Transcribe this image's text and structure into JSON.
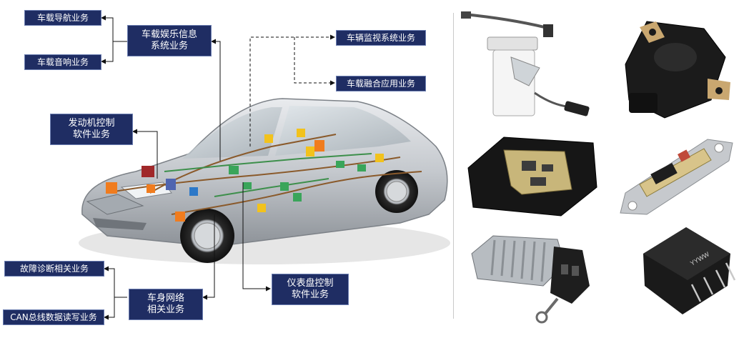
{
  "labels": {
    "nav": "车载导航业务",
    "audio": "车载音响业务",
    "infotainment": [
      "车载娱乐信息",
      "系统业务"
    ],
    "monitor": "车辆监视系统业务",
    "fusion": "车载融合应用业务",
    "engine": [
      "发动机控制",
      "软件业务"
    ],
    "diagnostics": "故障诊断相关业务",
    "can": "CAN总线数据读写业务",
    "body_network": [
      "车身网络",
      "相关业务"
    ],
    "dashboard": [
      "仪表盘控制",
      "软件业务"
    ]
  },
  "products": [
    {
      "name": "fuel-pump-module"
    },
    {
      "name": "throttle-position-sensor"
    },
    {
      "name": "ecu-control-box"
    },
    {
      "name": "sensor-circuit-board"
    },
    {
      "name": "voltage-regulator"
    },
    {
      "name": "dc-dc-module",
      "marking": "YYWW"
    }
  ]
}
